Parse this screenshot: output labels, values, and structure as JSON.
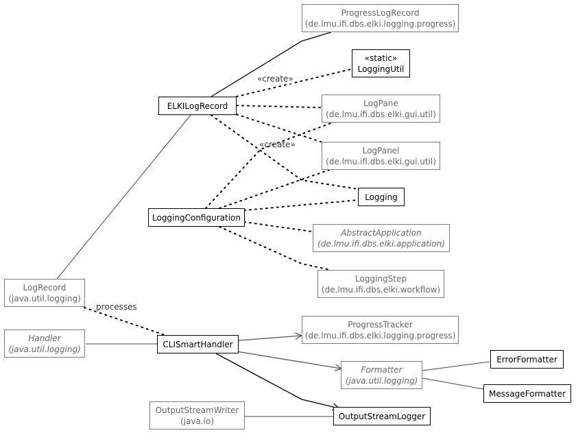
{
  "nodes": {
    "progress_log_record": {
      "l1": "ProgressLogRecord",
      "l2": "(de.lmu.ifi.dbs.elki.logging.progress)"
    },
    "logging_util": {
      "l1": "«static»",
      "l2": "LoggingUtil"
    },
    "elki_log_record": {
      "l1": "ELKILogRecord"
    },
    "log_pane": {
      "l1": "LogPane",
      "l2": "(de.lmu.ifi.dbs.elki.gui.util)"
    },
    "log_panel": {
      "l1": "LogPanel",
      "l2": "(de.lmu.ifi.dbs.elki.gui.util)"
    },
    "logging": {
      "l1": "Logging"
    },
    "logging_configuration": {
      "l1": "LoggingConfiguration"
    },
    "abstract_application": {
      "l1": "AbstractApplication",
      "l2": "(de.lmu.ifi.dbs.elki.application)"
    },
    "logging_step": {
      "l1": "LoggingStep",
      "l2": "(de.lmu.ifi.dbs.elki.workflow)"
    },
    "log_record": {
      "l1": "LogRecord",
      "l2": "(java.util.logging)"
    },
    "handler": {
      "l1": "Handler",
      "l2": "(java.util.logging)"
    },
    "cli_smart_handler": {
      "l1": "CLISmartHandler"
    },
    "progress_tracker": {
      "l1": "ProgressTracker",
      "l2": "(de.lmu.ifi.dbs.elki.logging.progress)"
    },
    "formatter": {
      "l1": "Formatter",
      "l2": "(java.util.logging)"
    },
    "error_formatter": {
      "l1": "ErrorFormatter"
    },
    "message_formatter": {
      "l1": "MessageFormatter"
    },
    "output_stream_writer": {
      "l1": "OutputStreamWriter",
      "l2": "(java.io)"
    },
    "output_stream_logger": {
      "l1": "OutputStreamLogger"
    }
  },
  "edge_labels": {
    "create_1": "«create»",
    "create_2": "«create»",
    "processes": "processes"
  },
  "colors": {
    "focus_border": "#000000",
    "other_border": "#7a7a7a",
    "other_text": "#666666",
    "edge": "#000000",
    "edge_light": "#555555"
  }
}
